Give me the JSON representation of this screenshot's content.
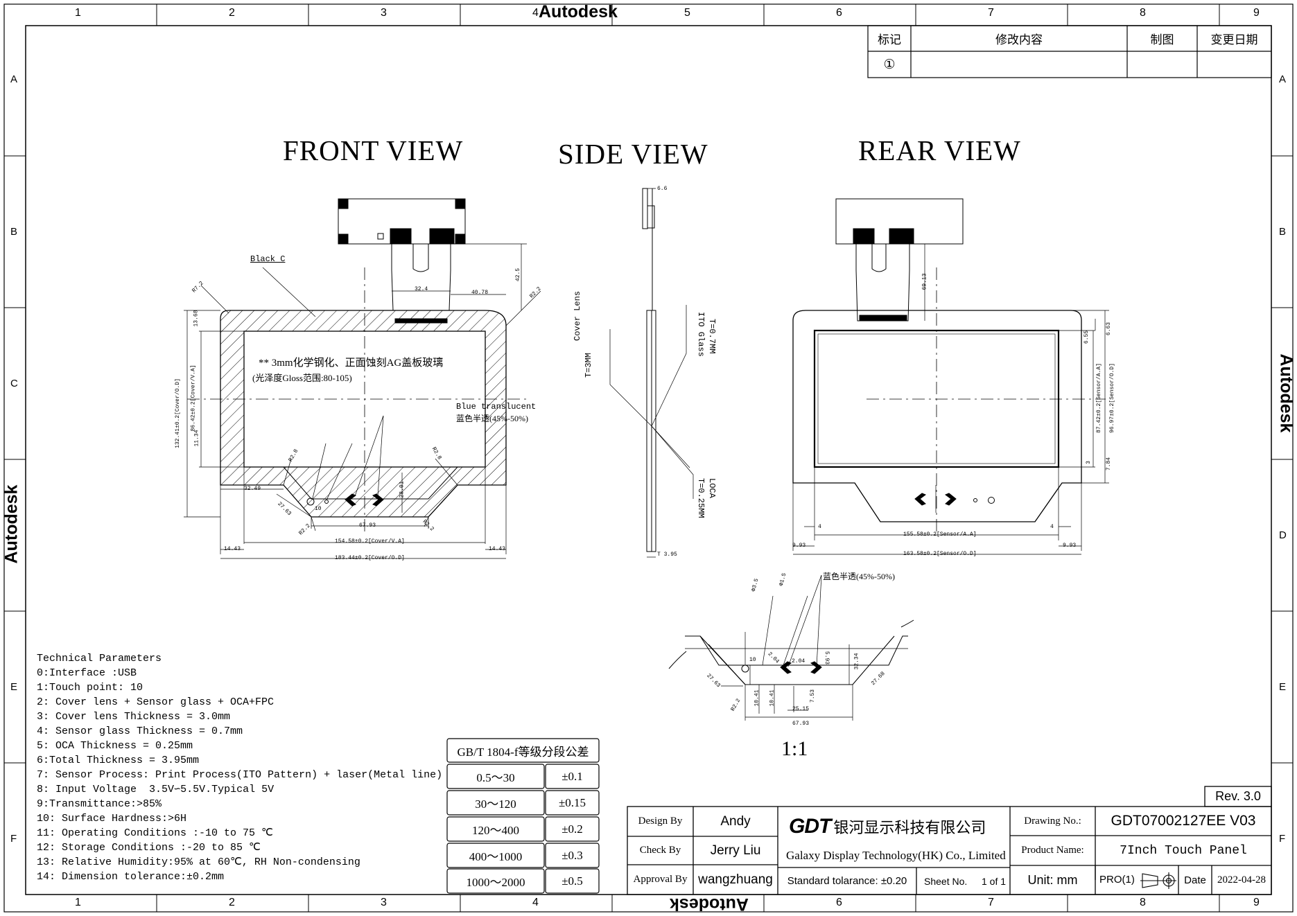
{
  "watermark": {
    "text": "Autodesk"
  },
  "frame": {
    "columns": [
      "1",
      "2",
      "3",
      "4",
      "5",
      "6",
      "7",
      "8",
      "9"
    ],
    "rows": [
      "A",
      "B",
      "C",
      "D",
      "E",
      "F"
    ]
  },
  "revision_table": {
    "headers": [
      "标记",
      "修改内容",
      "制图",
      "变更日期"
    ],
    "rows": [
      [
        "①",
        "",
        "",
        ""
      ]
    ]
  },
  "views": {
    "front": "FRONT VIEW",
    "side": "SIDE VIEW",
    "rear": "REAR VIEW",
    "scale": "1:1"
  },
  "front_notes": {
    "black_c": "Black C",
    "glass_note": "** 3mm化学钢化、正面蚀刻AG盖板玻璃",
    "gloss_note": "(光泽度Gloss范围:80-105)",
    "blue_translucent": "Blue translucent",
    "blue_cn": "蓝色半透(45%-50%)",
    "r_dims": [
      "R7.2",
      "R2.2",
      "R2.8",
      "R2.8",
      "R2.2",
      "R2.2"
    ]
  },
  "front_dims": {
    "h1": "13.68",
    "h2": "132.41±0.2[Cover/O.D]",
    "h3": "86.42±0.2[Cover/V.A]",
    "h4": "11.34",
    "fpc_w": "32.4",
    "fpc_off": "40.78",
    "fpc_h": "42.5",
    "left_off": "32.49",
    "d27": "27.63",
    "d10": "10",
    "d67": "67.93",
    "d28": "28.01",
    "bot1": "14.43",
    "bot2": "154.58±0.2[Cover/V.A]",
    "bot3": "14.43",
    "bot4": "183.44±0.2[Cover/O.D]"
  },
  "side_notes": {
    "cover_lens": "Cover Lens",
    "cover_t": "T=3MM",
    "ito": "ITO Glass",
    "ito_t": "T=0.7MM",
    "loca": "LOCA",
    "loca_t": "T=0.25MM",
    "top": "6.6",
    "bottom": "T 3.95"
  },
  "rear_dims": {
    "fpc": "69.13",
    "d655": "6.55",
    "d663": "6.63",
    "sa": "87.42±0.2[Sensor/A.A]",
    "so": "96.97±0.2[Sensor/O.D]",
    "d3": "3",
    "d784": "7.84",
    "d4a": "4",
    "d4b": "4",
    "w_aa": "155.58±0.2[Sensor/A.A]",
    "l993": "9.93",
    "r993": "9.93",
    "w_od": "163.58±0.2[Sensor/O.D]"
  },
  "detail": {
    "blue_cn": "蓝色半透(45%-50%)",
    "hole1": "Φ3.5",
    "hole2": "Φ1.5",
    "d10": "10",
    "d2763": "27.63",
    "d204a": "2.04",
    "d204b": "2.04",
    "d593": "5.93",
    "d3234": "32.34",
    "d2768": "27.68",
    "d1041a": "10.41",
    "d1041b": "10.41",
    "d753": "7.53",
    "d2515": "25.15",
    "d6793": "67.93",
    "r22": "R2.2"
  },
  "tech": {
    "title": "Technical Parameters",
    "lines": [
      "0:Interface :USB",
      "1:Touch point: 10",
      "2: Cover lens + Sensor glass + OCA+FPC",
      "3: Cover lens Thickness = 3.0mm",
      "4: Sensor glass Thickness = 0.7mm",
      "5: OCA Thickness = 0.25mm",
      "6:Total Thickness = 3.95mm",
      "7: Sensor Process: Print Process(ITO Pattern) + laser(Metal line)",
      "8: Input Voltage  3.5V∽5.5V.Typical 5V",
      "9:Transmittance:>85%",
      "10: Surface Hardness:>6H",
      "11: Operating Conditions :-10 to 75 ℃",
      "12: Storage Conditions :-20 to 85 ℃",
      "13: Relative Humidity:95% at 60℃, RH Non-condensing",
      "14: Dimension tolerance:±0.2mm"
    ]
  },
  "tolerance": {
    "title": "GB/T 1804-f等级分段公差",
    "rows": [
      [
        "0.5～30",
        "±0.1"
      ],
      [
        "30～120",
        "±0.15"
      ],
      [
        "120～400",
        "±0.2"
      ],
      [
        "400～1000",
        "±0.3"
      ],
      [
        "1000～2000",
        "±0.5"
      ]
    ]
  },
  "title_block": {
    "rev": "Rev. 3.0",
    "design_label": "Design By",
    "design": "Andy",
    "check_label": "Check By",
    "check": "Jerry Liu",
    "approval_label": "Approval By",
    "approval": "wangzhuang",
    "logo": "GDT",
    "company_cn": "银河显示科技有限公司",
    "company_en": "Galaxy Display Technology(HK) Co., Limited",
    "std_tol": "Standard tolarance: ±0.20",
    "sheet_label": "Sheet No.",
    "sheet": "1 of 1",
    "drawing_label": "Drawing No.:",
    "drawing": "GDT07002127EE V03",
    "product_label": "Product Name:",
    "product": "7Inch Touch Panel",
    "unit": "Unit: mm",
    "pro": "PRO(1)",
    "date_label": "Date",
    "date": "2022-04-28"
  }
}
